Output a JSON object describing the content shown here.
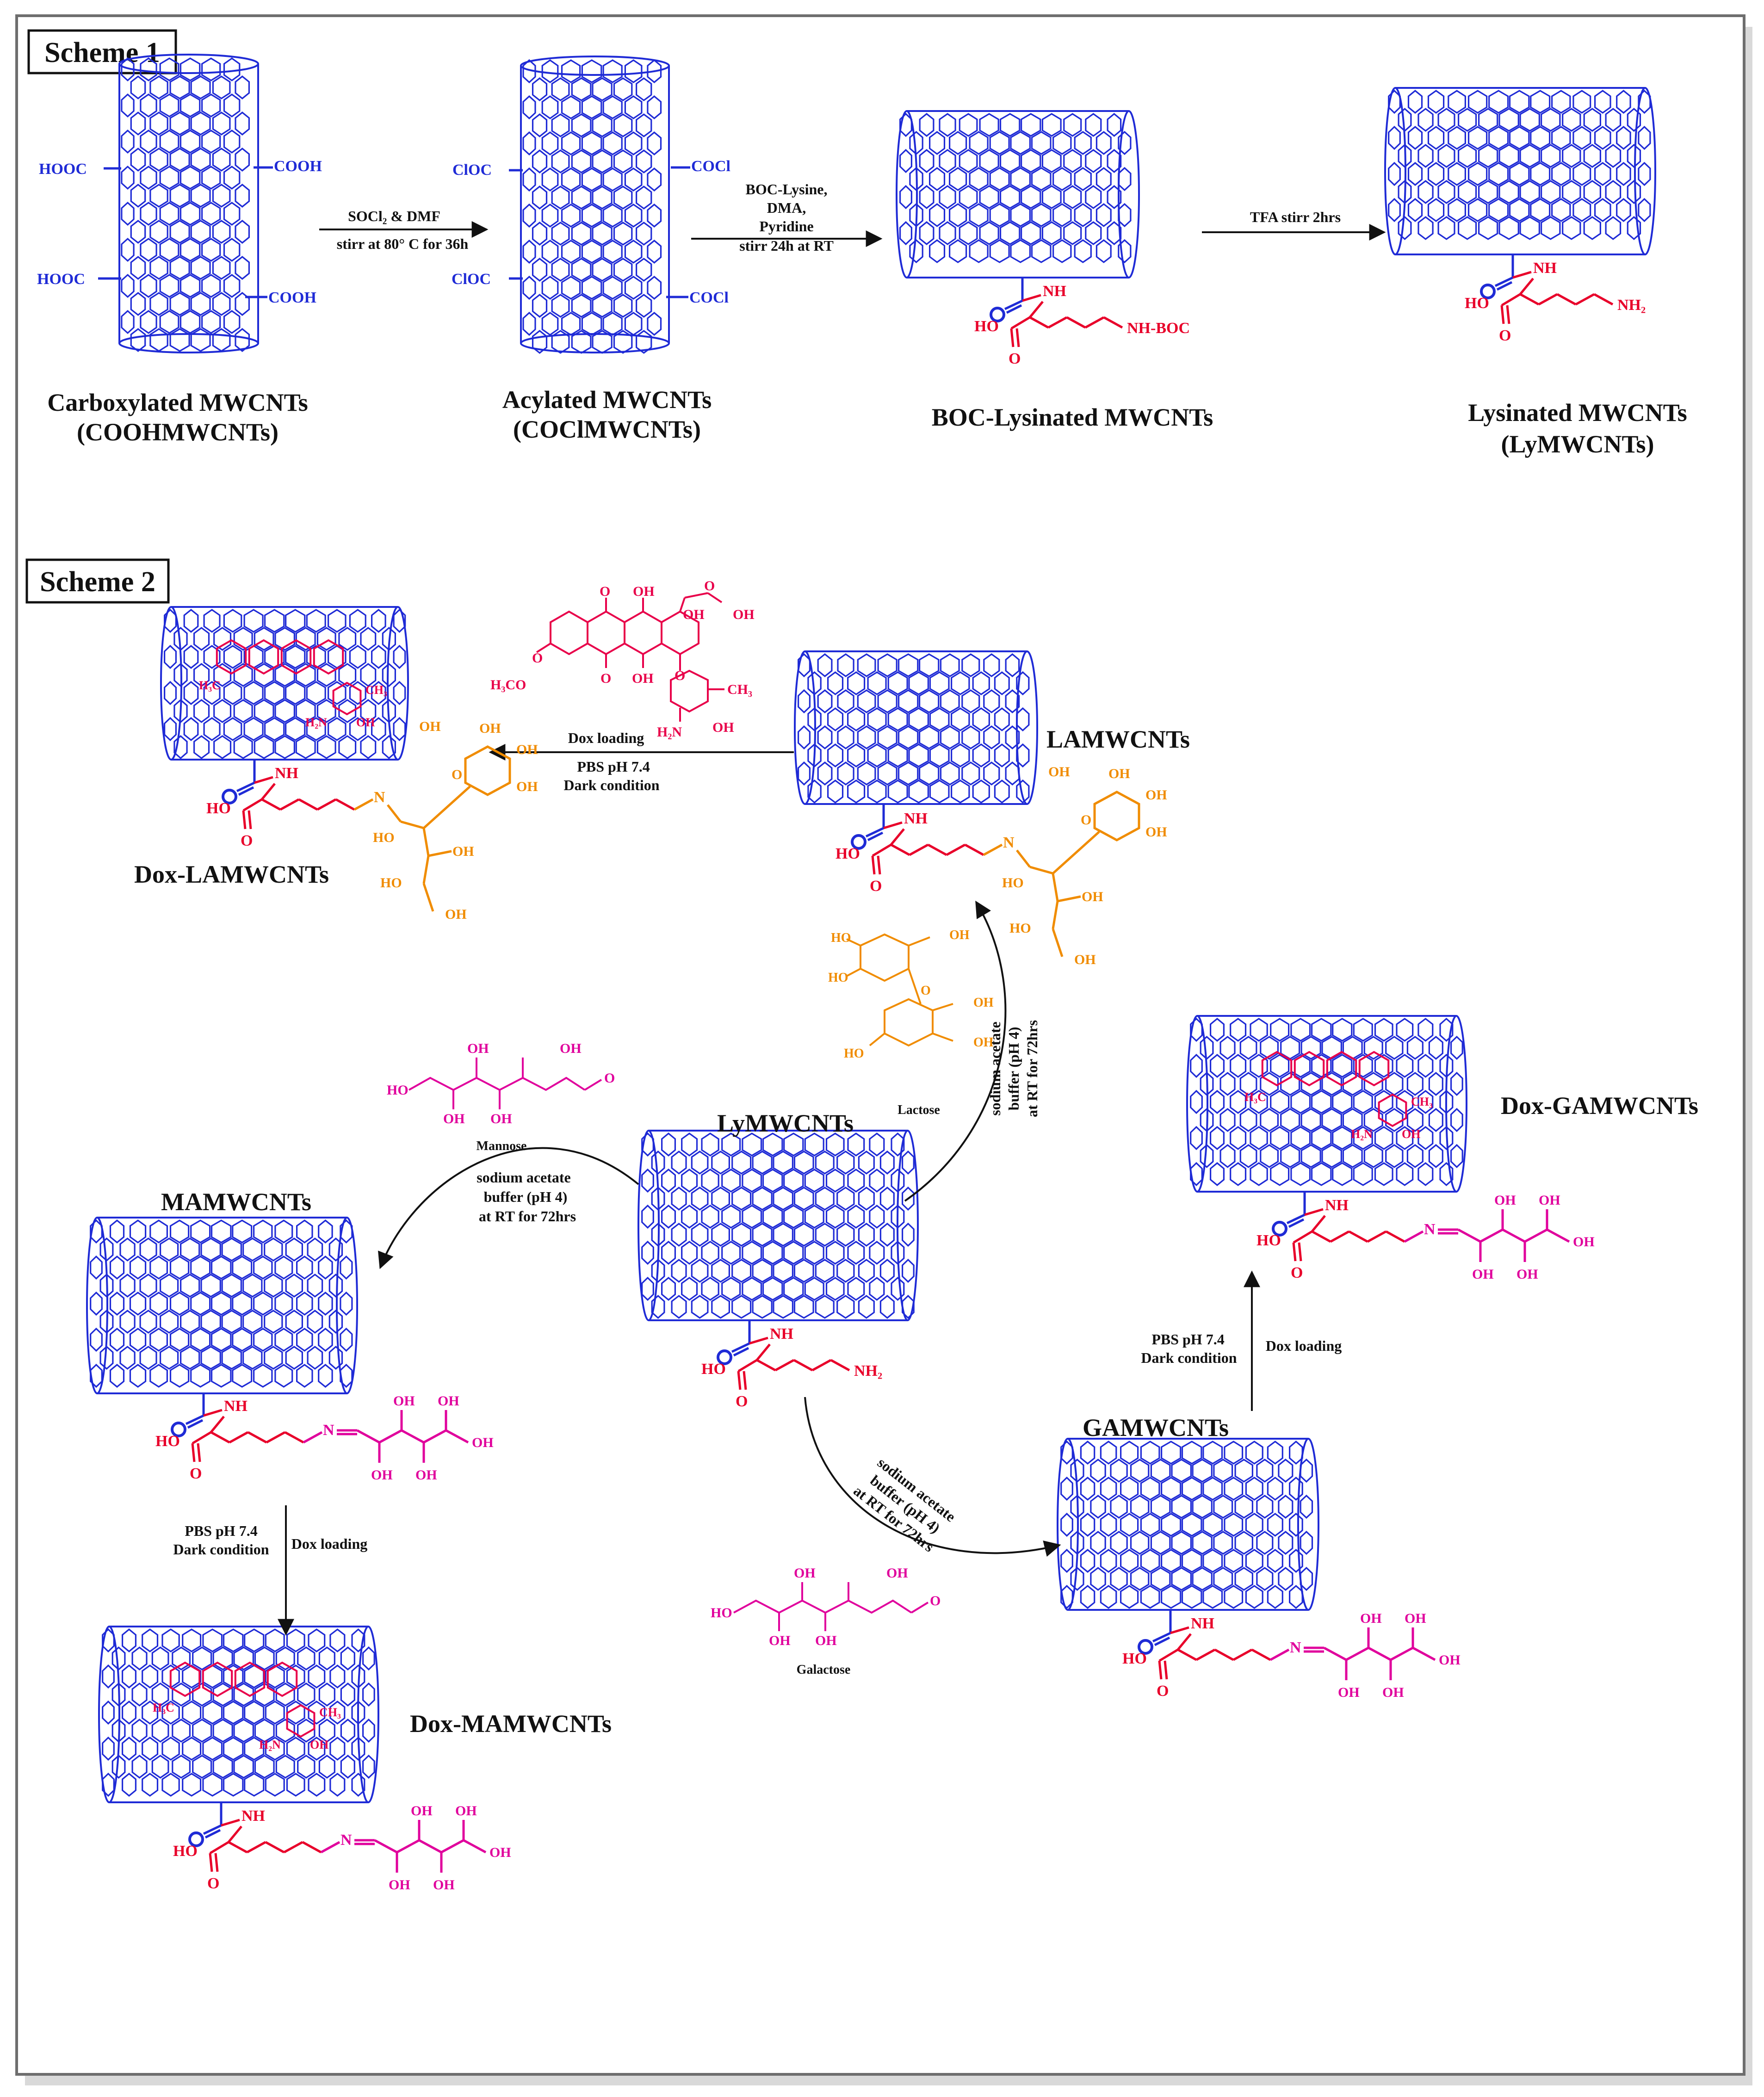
{
  "colors": {
    "tube": "#1f2bd6",
    "amide": "#e8002a",
    "sugar_orange": "#f08c00",
    "sugar_magenta": "#e0009c",
    "dox": "#e8004a",
    "text": "#111111"
  },
  "scheme1": {
    "heading": "Scheme 1",
    "steps": [
      {
        "name": "Carboxylated MWCNTs",
        "abbr": "(COOHMWCNTs)",
        "groups": [
          "HOOC",
          "COOH",
          "HOOC",
          "COOH"
        ]
      },
      {
        "name": "Acylated MWCNTs",
        "abbr": "(COClMWCNTs)",
        "groups": [
          "ClOC",
          "COCl",
          "ClOC",
          "COCl"
        ]
      },
      {
        "name": "BOC-Lysinated MWCNTs",
        "abbr": "",
        "groups": []
      },
      {
        "name": "Lysinated MWCNTs",
        "abbr": "(LyMWCNTs)",
        "groups": []
      }
    ],
    "reactions": [
      {
        "line1": "SOCl₂ & DMF",
        "line2": "stirr at 80° C for 36h",
        "line3": "",
        "line4": ""
      },
      {
        "line1": "BOC-Lysine,",
        "line2": "DMA,",
        "line3": "Pyridine",
        "line4": "stirr 24h at RT"
      },
      {
        "line1": "TFA stirr 2hrs",
        "line2": "",
        "line3": "",
        "line4": ""
      }
    ],
    "boc_terminal": "NH-BOC",
    "ly_terminal": "NH₂"
  },
  "scheme2": {
    "heading": "Scheme 2",
    "products": {
      "la": "LAMWCNTs",
      "dox_la": "Dox-LAMWCNTs",
      "ly": "LyMWCNTs",
      "ma": "MAMWCNTs",
      "dox_ma": "Dox-MAMWCNTs",
      "ga": "GAMWCNTs",
      "dox_ga": "Dox-GAMWCNTs"
    },
    "sugars": {
      "mannose": "Mannose",
      "lactose": "Lactose",
      "galactose": "Galactose"
    },
    "conditions": {
      "dox1": "Dox loading",
      "dox2": "PBS pH 7.4",
      "dox3": "Dark condition",
      "acet1": "sodium acetate",
      "acet2": "buffer (pH 4)",
      "acet3": "at RT for 72hrs"
    },
    "groups": {
      "oh": "OH",
      "ho": "HO",
      "nh": "NH",
      "nh2": "NH₂",
      "h2n": "H₂N",
      "n": "N",
      "o": "O",
      "h3co": "H₃CO",
      "ch3": "CH₃",
      "h3c": "H₃C"
    }
  }
}
